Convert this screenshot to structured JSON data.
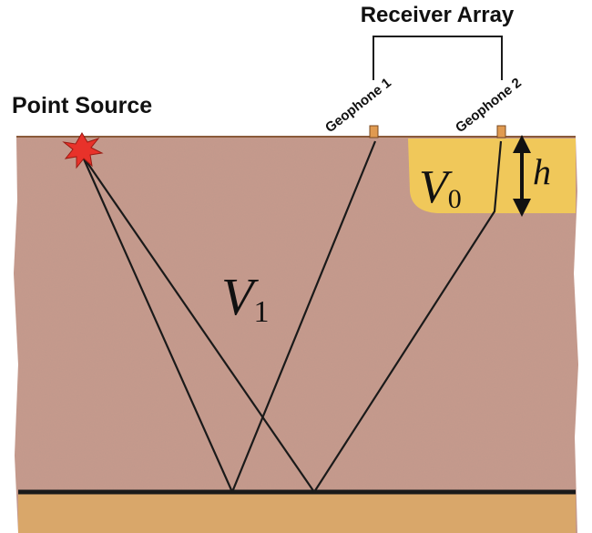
{
  "labels": {
    "receiver_array": "Receiver Array",
    "point_source": "Point Source",
    "geophone_1": "Geophone 1",
    "geophone_2": "Geophone 2",
    "v0_letter": "V",
    "v0_subscript": "0",
    "v1_letter": "V",
    "v1_subscript": "1",
    "h": "h"
  },
  "colors": {
    "earth": "#c79a8c",
    "earth_shadow": "#b98a7c",
    "surface_line": "#8a5a3a",
    "weathered_layer": "#f0c85a",
    "lower_layer": "#d9a76a",
    "ray": "#1a1a1a",
    "source": "#e8322a",
    "geophone": "#e09a50"
  }
}
